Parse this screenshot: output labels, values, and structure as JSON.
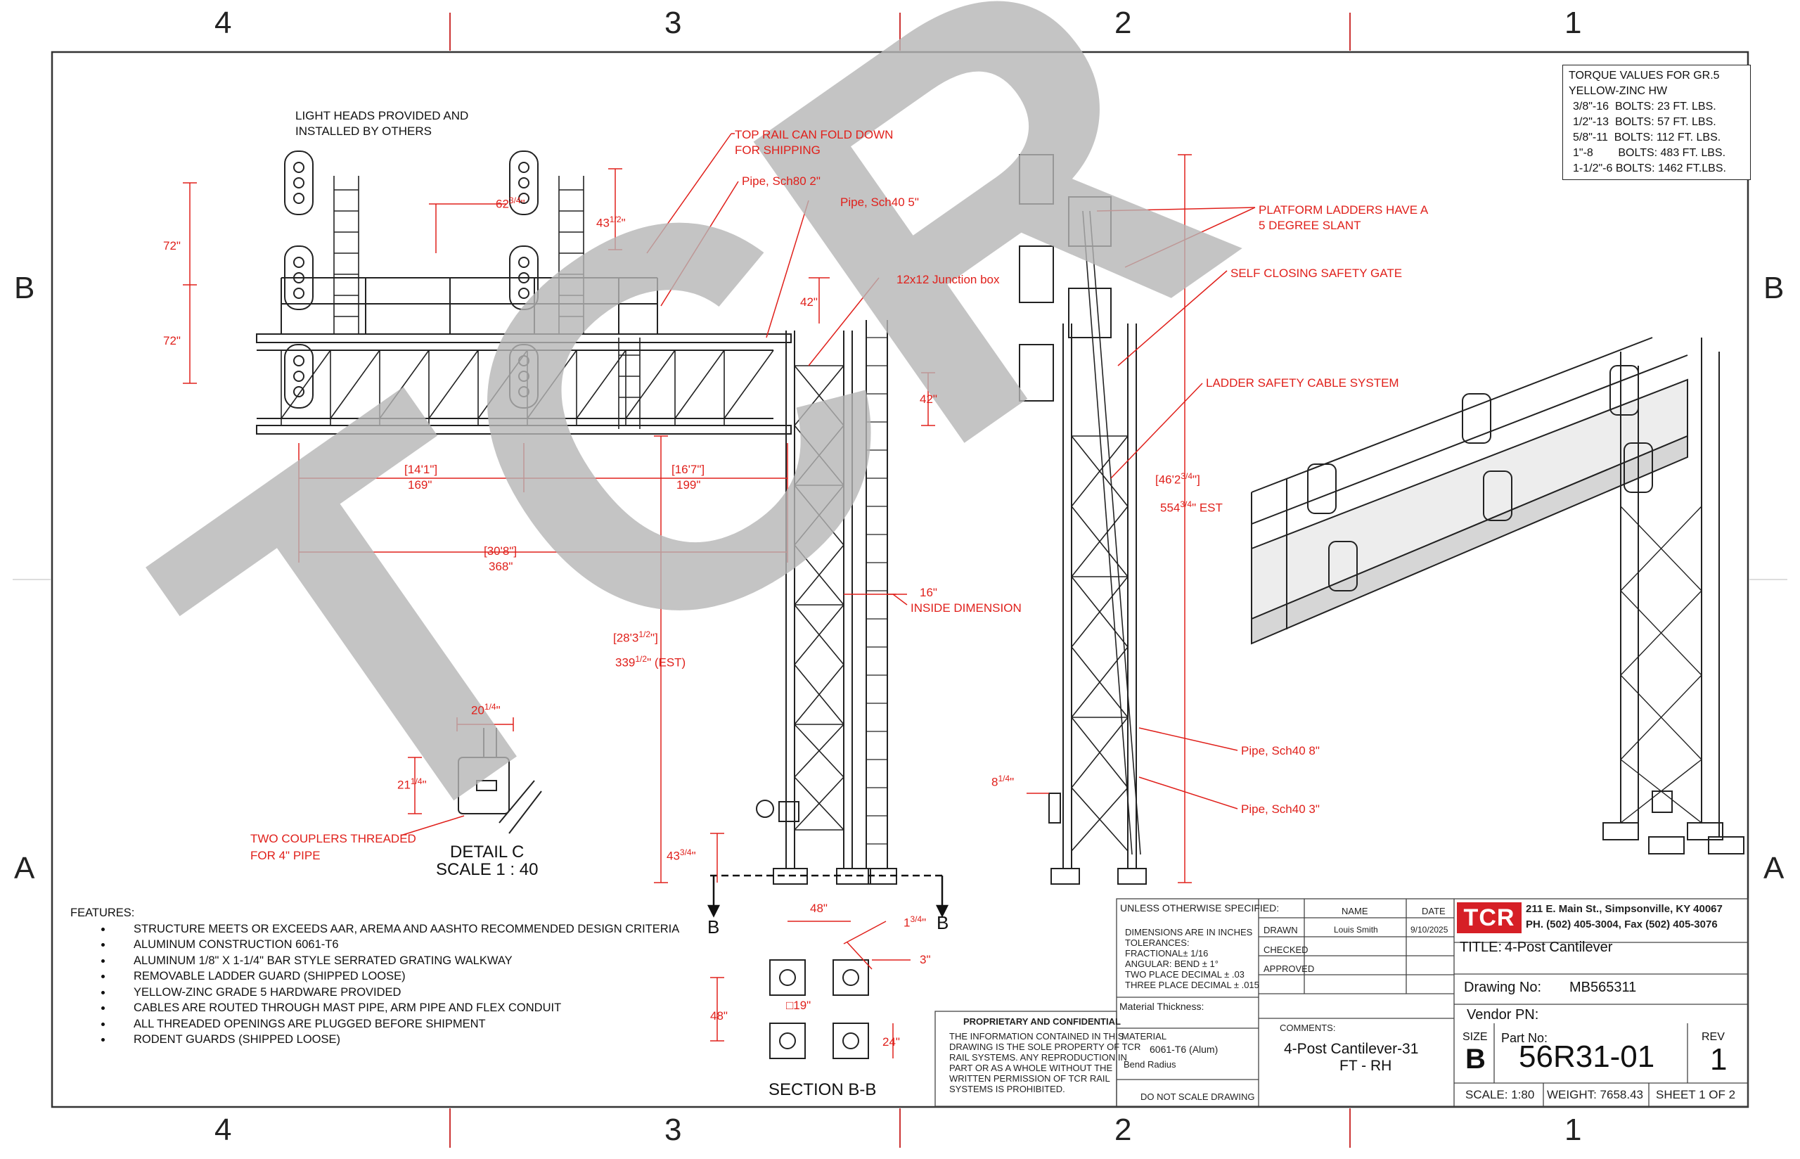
{
  "zones": {
    "top": [
      "4",
      "3",
      "2",
      "1"
    ],
    "bottom": [
      "4",
      "3",
      "2",
      "1"
    ],
    "left": [
      "B",
      "A"
    ],
    "right": [
      "B",
      "A"
    ]
  },
  "watermark": "TCR",
  "torque": {
    "title_1": "TORQUE VALUES FOR GR.5",
    "title_2": "YELLOW-ZINC HW",
    "rows": [
      "3/8\"-16  BOLTS: 23 FT. LBS.",
      "1/2\"-13  BOLTS: 57 FT. LBS.",
      "5/8\"-11  BOLTS: 112 FT. LBS.",
      "1\"-8        BOLTS: 483 FT. LBS.",
      "1-1/2\"-6 BOLTS: 1462 FT.LBS."
    ]
  },
  "callouts": {
    "light_heads_1": "LIGHT HEADS PROVIDED AND",
    "light_heads_2": "INSTALLED BY OTHERS",
    "top_rail_1": "TOP RAIL CAN FOLD DOWN",
    "top_rail_2": "FOR SHIPPING",
    "pipe_sch80_2": "Pipe, Sch80 2\"",
    "pipe_sch40_5": "Pipe, Sch40 5\"",
    "junction_box": "12x12 Junction box",
    "platform_ladders_1": "PLATFORM LADDERS HAVE A",
    "platform_ladders_2": "5 DEGREE SLANT",
    "self_closing_gate": "SELF CLOSING SAFETY GATE",
    "ladder_cable": "LADDER SAFETY CABLE SYSTEM",
    "inside_dim_1": "16\"",
    "inside_dim_2": "INSIDE DIMENSION",
    "pipe_sch40_8": "Pipe, Sch40 8\"",
    "pipe_sch40_3": "Pipe, Sch40 3\"",
    "couplers_1": "TWO COUPLERS THREADED",
    "couplers_2": "FOR 4\" PIPE"
  },
  "dims": {
    "d62": "62",
    "d62_frac": "3/4",
    "d43": "43",
    "d43_frac": "1/2",
    "d72a": "72\"",
    "d72b": "72\"",
    "d42a": "42\"",
    "d42b": "42\"",
    "d141": "[14'1\"]",
    "d169": "169\"",
    "d167": "[16'7\"]",
    "d199": "199\"",
    "d308": "[30'8\"]",
    "d368": "368\"",
    "d283": "[28'3",
    "d283_frac": "1/2",
    "d339": "339",
    "d339_frac": "1/2",
    "d339_suffix": "(EST)",
    "d462": "[46'2",
    "d462_frac": "3/4",
    "d554": "554",
    "d554_frac": "3/4",
    "d554_suffix": "EST",
    "d4334": "43",
    "d4334_frac": "3/4",
    "d20": "20",
    "d20_frac": "1/4",
    "d21": "21",
    "d21_frac": "1/4",
    "d8": "8",
    "d8_frac": "1/4",
    "d48a": "48\"",
    "d48b": "48\"",
    "d1": "1",
    "d1_frac": "3/4",
    "d3": "3\"",
    "d19": "□19\"",
    "d24": "24\""
  },
  "section_marks": {
    "left": "B",
    "right": "B"
  },
  "detail_c_title": "DETAIL C",
  "detail_c_scale": "SCALE 1 : 40",
  "section_bb_title": "SECTION B-B",
  "features": {
    "heading": "FEATURES:",
    "items": [
      "STRUCTURE MEETS OR EXCEEDS AAR, AREMA AND AASHTO RECOMMENDED DESIGN CRITERIA",
      "ALUMINUM CONSTRUCTION 6061-T6",
      "ALUMINUM 1/8\" X 1-1/4\" BAR STYLE SERRATED GRATING WALKWAY",
      "REMOVABLE LADDER GUARD (SHIPPED LOOSE)",
      "YELLOW-ZINC GRADE 5 HARDWARE PROVIDED",
      "CABLES ARE ROUTED THROUGH MAST PIPE, ARM PIPE AND FLEX CONDUIT",
      "ALL THREADED OPENINGS ARE PLUGGED BEFORE SHIPMENT",
      "RODENT GUARDS (SHIPPED LOOSE)"
    ]
  },
  "proprietary": {
    "title": "PROPRIETARY AND CONFIDENTIAL",
    "lines": [
      "THE INFORMATION CONTAINED IN THIS",
      "DRAWING IS THE SOLE PROPERTY OF TCR",
      "RAIL SYSTEMS.  ANY REPRODUCTION IN",
      "PART OR AS A WHOLE WITHOUT THE",
      "WRITTEN PERMISSION OF TCR RAIL",
      "SYSTEMS IS PROHIBITED."
    ]
  },
  "title_block": {
    "unless": "UNLESS OTHERWISE SPECIFIED:",
    "tolerances": [
      "DIMENSIONS ARE IN INCHES",
      "TOLERANCES:",
      "FRACTIONAL± 1/16",
      "ANGULAR:  BEND ± 1°",
      "TWO PLACE DECIMAL    ± .03",
      "THREE PLACE DECIMAL  ± .015"
    ],
    "material_thickness": "Material Thickness:",
    "material_label": "MATERIAL",
    "material_value": "6061-T6 (Alum)",
    "bend_radius": "Bend Radius",
    "do_not_scale": "DO NOT SCALE DRAWING",
    "name_header": "NAME",
    "date_header": "DATE",
    "drawn_label": "DRAWN",
    "drawn_name": "Louis Smith",
    "drawn_date": "9/10/2025",
    "checked_label": "CHECKED",
    "approved_label": "APPROVED",
    "comments_label": "COMMENTS:",
    "comments_1": "4-Post Cantilever-31",
    "comments_2": "FT - RH",
    "logo": "TCR",
    "address": "211 E. Main St., Simpsonville, KY  40067",
    "phone": "PH. (502) 405-3004, Fax (502) 405-3076",
    "title_label": "TITLE:",
    "title_value": "4-Post Cantilever",
    "drawing_no_label": "Drawing No:",
    "drawing_no_value": "MB565311",
    "vendor_pn_label": "Vendor PN:",
    "size_label": "SIZE",
    "size_value": "B",
    "part_no_label": "Part No:",
    "part_no_value": "56R31-01",
    "rev_label": "REV",
    "rev_value": "1",
    "scale": "SCALE: 1:80",
    "weight": "WEIGHT: 7658.43",
    "sheet": "SHEET 1 OF 2"
  },
  "colors": {
    "dimension": "#e0201b",
    "linework": "#222222",
    "watermark": "#b5b5b5",
    "logo": "#d61f26"
  }
}
